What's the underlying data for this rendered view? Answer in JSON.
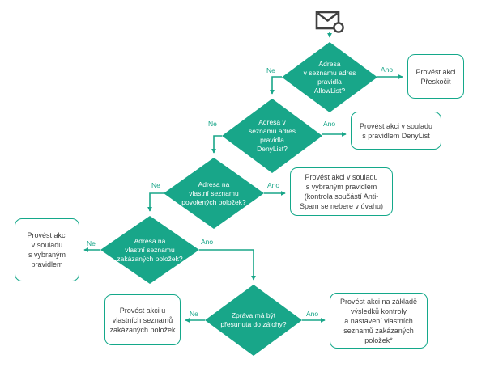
{
  "diagram": {
    "kind": "flowchart",
    "accent_color": "#18a689",
    "action_text_color": "#3d3d3d",
    "decision_text_color": "#ffffff",
    "start_icon": "email-message-icon",
    "edge_labels": {
      "yes": "Ano",
      "no": "Ne"
    },
    "decisions": {
      "allowlist": {
        "text": "Adresa\nv seznamu adres\npravidla\nAllowList?"
      },
      "denylist": {
        "text": "Adresa v\nseznamu adres\npravidla\nDenyList?"
      },
      "custom_allow": {
        "text": "Adresa na\nvlastní seznamu\npovolených položek?"
      },
      "custom_deny": {
        "text": "Adresa na\nvlastní seznamu\nzakázaných položek?"
      },
      "backup": {
        "text": "Zpráva má být\npřesunuta do zálohy?"
      }
    },
    "actions": {
      "skip": {
        "text": "Provést akci\nPřeskočit"
      },
      "denylist_rule": {
        "text": "Provést akci v souladu\ns pravidlem DenyList"
      },
      "selected_rule_antispam": {
        "text": "Provést akci v souladu\ns vybraným pravidlem\n(kontrola součástí Anti-\nSpam se nebere v úvahu)"
      },
      "selected_rule": {
        "text": "Provést akci\nv souladu\ns vybraným\npravidlem"
      },
      "custom_deny_lists": {
        "text": "Provést akci u\nvlastních seznamů\nzakázaných položek"
      },
      "backup_result": {
        "text": "Provést akci na základě\nvýsledků kontroly\na nastavení vlastních\nseznamů zakázaných\npoložek*"
      }
    }
  }
}
